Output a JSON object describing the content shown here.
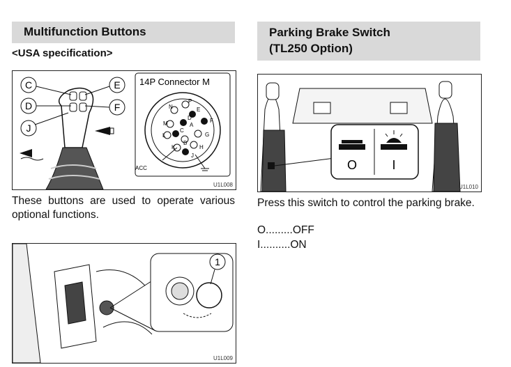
{
  "left": {
    "title": "Multifunction Buttons",
    "spec": "<USA specification>",
    "fig1": {
      "labels": {
        "c": "C",
        "d": "D",
        "e": "E",
        "f": "F",
        "j": "J"
      },
      "connector_title": "14P  Connector M",
      "pins": {
        "n": "N",
        "p": "P",
        "e": "E",
        "d": "D",
        "m": "M",
        "a": "A",
        "f": "F",
        "c": "C",
        "l": "L",
        "g": "G",
        "b": "B",
        "k": "K",
        "h": "H",
        "j": "J"
      },
      "acc": "ACC",
      "code": "U1L008"
    },
    "description": "These buttons are used to operate various optional functions.",
    "fig2": {
      "callout": "1",
      "code": "U1L009"
    }
  },
  "right": {
    "title_line1": "Parking Brake Switch",
    "title_line2": "(TL250 Option)",
    "fig": {
      "off_symbol": "O",
      "on_symbol": "I",
      "code": "U1L010"
    },
    "description": "Press this switch to control the parking brake.",
    "off_line": "O.........OFF",
    "on_line": "I..........ON"
  }
}
